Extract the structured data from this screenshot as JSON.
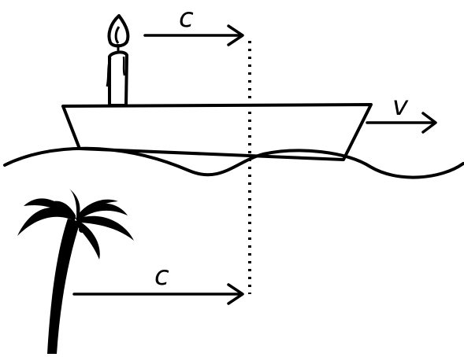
{
  "labels": {
    "light_top": "c",
    "boat_speed": "v",
    "light_bottom": "c"
  },
  "icons": [
    "candle-icon",
    "boat-icon",
    "palm-tree-icon",
    "wave-icon"
  ],
  "colors": {
    "ink": "#000000",
    "background": "#ffffff"
  }
}
